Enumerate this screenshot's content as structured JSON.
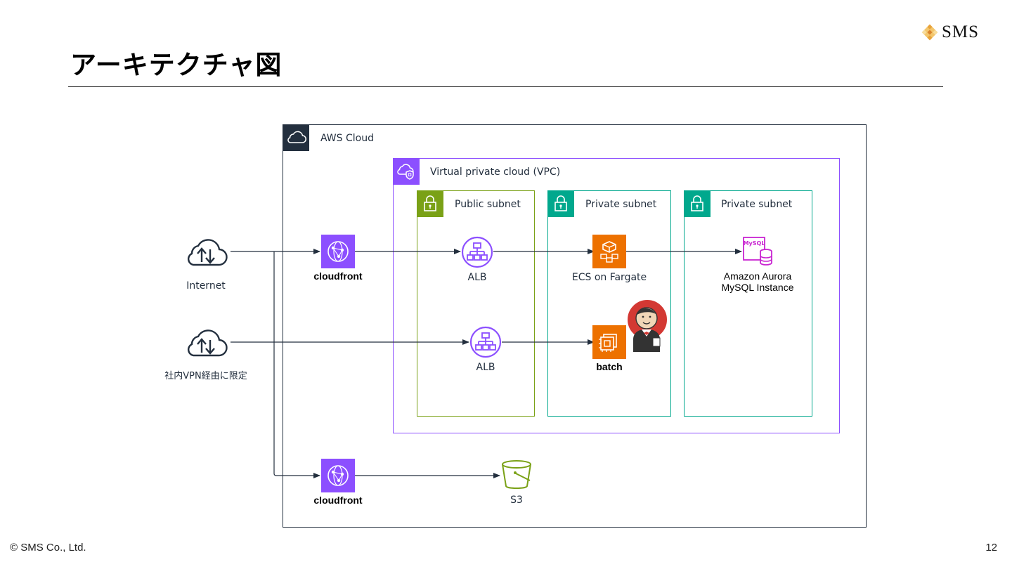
{
  "slide": {
    "title": "アーキテクチャ図",
    "logo_text": "SMS",
    "copyright": "© SMS Co., Ltd.",
    "page_number": "12"
  },
  "groups": {
    "aws_cloud": "AWS Cloud",
    "vpc": "Virtual private cloud (VPC)",
    "public_subnet": "Public subnet",
    "private_subnet_1": "Private subnet",
    "private_subnet_2": "Private subnet"
  },
  "nodes": {
    "internet": "Internet",
    "vpn": "社内VPN経由に限定",
    "cloudfront_top": "cloudfront",
    "cloudfront_bottom": "cloudfront",
    "alb_top": "ALB",
    "alb_bottom": "ALB",
    "ecs": "ECS on Fargate",
    "batch": "batch",
    "aurora_line1": "Amazon Aurora",
    "aurora_line2": "MySQL Instance",
    "mysql_badge": "MySQL",
    "s3": "S3"
  },
  "colors": {
    "aws_dark": "#232f3e",
    "purple": "#8c4fff",
    "green_public": "#7aa116",
    "teal_private": "#01a88d",
    "orange_compute": "#ed7100",
    "magenta_db": "#c925d1",
    "green_s3": "#7aa116",
    "jenkins_red": "#d33833"
  },
  "icons": {
    "internet": "cloud-upload-download-icon",
    "cloudfront": "cloudfront-icon",
    "alb": "load-balancer-icon",
    "ecs": "fargate-icon",
    "batch": "batch-chip-icon",
    "aurora": "mysql-database-icon",
    "s3": "s3-bucket-icon",
    "jenkins": "jenkins-mascot-icon"
  }
}
